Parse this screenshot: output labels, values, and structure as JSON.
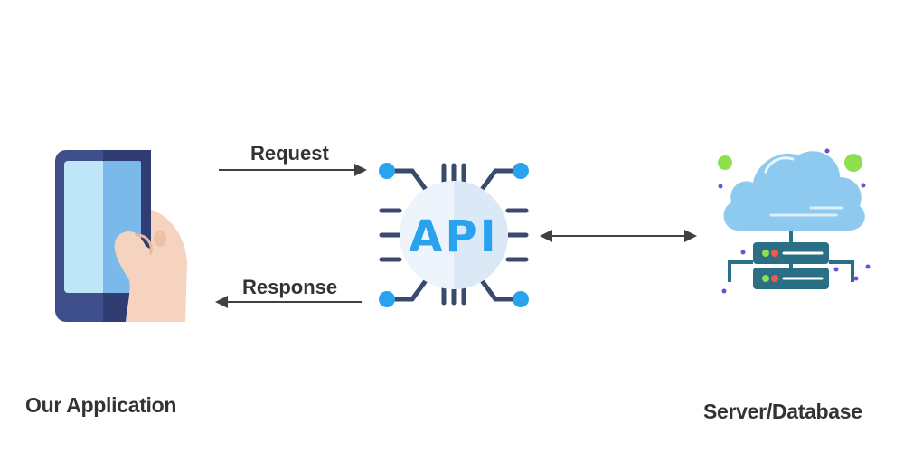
{
  "labels": {
    "request": "Request",
    "response": "Response",
    "api": "API",
    "app": "Our Application",
    "server": "Server/Database"
  },
  "colors": {
    "text": "#333333",
    "arrow": "#404040",
    "phone_body": "#3e4f8c",
    "phone_screen_light": "#bfe6f7",
    "phone_screen_mid": "#7ab9ea",
    "hand": "#f5d3bf",
    "api_circle": "#dbe8f6",
    "api_text": "#2aa3ee",
    "api_lines": "#3a4a6e",
    "api_node": "#2aa3ee",
    "cloud": "#8ecaf0",
    "server": "#2b6f86",
    "green_dot": "#8ee04f",
    "purple_dot": "#6b4fd8",
    "red_led": "#f05a4a"
  },
  "icons": {
    "app": "smartphone-in-hand-icon",
    "api": "api-chip-icon",
    "server": "cloud-server-database-icon"
  }
}
